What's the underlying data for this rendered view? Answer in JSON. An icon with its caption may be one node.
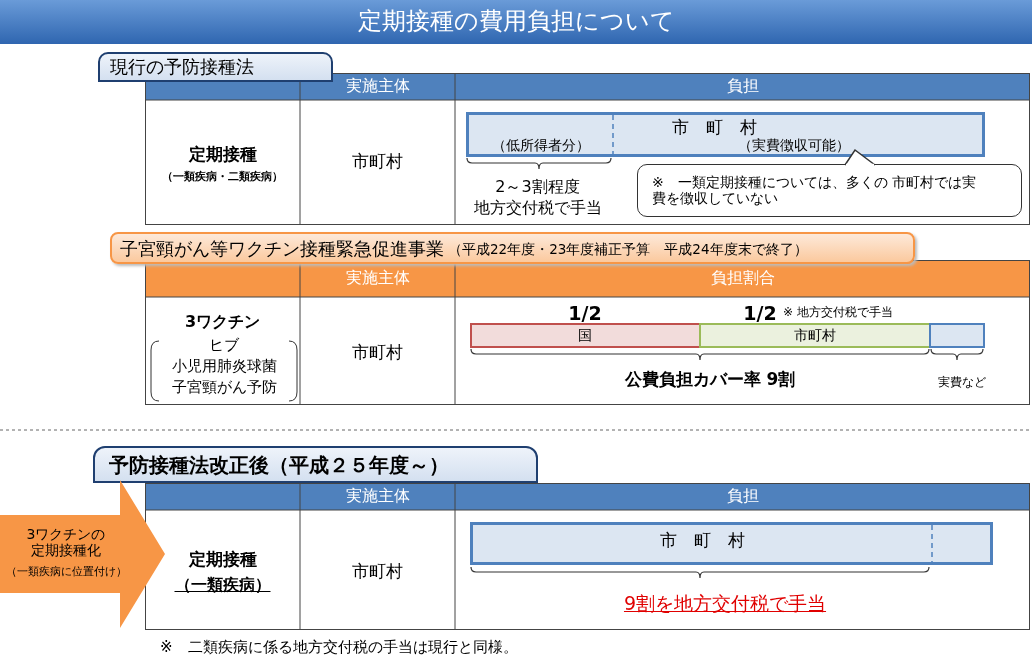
{
  "diagram": {
    "title": "定期接種の費用負担について",
    "nodes": [
      {
        "text": [
          "現行の予防接種法"
        ]
      },
      {
        "text": [
          "（低所得者分）",
          "市　町　村",
          "（実費徴収可能）"
        ]
      },
      {
        "text": [
          "※　一類定期接種については、多くの 市町村では実費を徴収していない"
        ]
      },
      {
        "text": [
          "子宮頸がん等ワクチン接種緊急促進事業",
          "（平成22年度・23年度補正予算　平成24年度末で終了）"
        ]
      },
      {
        "text": [
          "国"
        ]
      },
      {
        "text": [
          "市町村"
        ]
      },
      {
        "text": [],
        "shape": "bar"
      },
      {
        "text": [
          "予防接種法改正後（平成２５年度～）"
        ]
      },
      {
        "text": [
          "市　町　村"
        ]
      },
      {
        "text": [
          "3ワクチンの定期接種化",
          "（一類疾病に位置付け）"
        ]
      }
    ],
    "edges": [],
    "labels": [
      "実施主体",
      "負担",
      "定期接種",
      "（一類疾病・二類疾病）",
      "市町村",
      "2～3割程度",
      "地方交付税で手当",
      "実施主体",
      "負担割合",
      "3ワクチン",
      "ヒブ",
      "小児用肺炎球菌",
      "子宮頸がん予防",
      "市町村",
      "1/2",
      "1/2",
      "※ 地方交付税で手当",
      "公費負担カバー率 9割",
      "実費など",
      "実施主体",
      "負担",
      "定期接種",
      "（一類疾病）",
      "市町村",
      "9割を地方交付税で手当",
      "※　二類疾病に係る地方交付税の手当は現行と同様。"
    ]
  }
}
